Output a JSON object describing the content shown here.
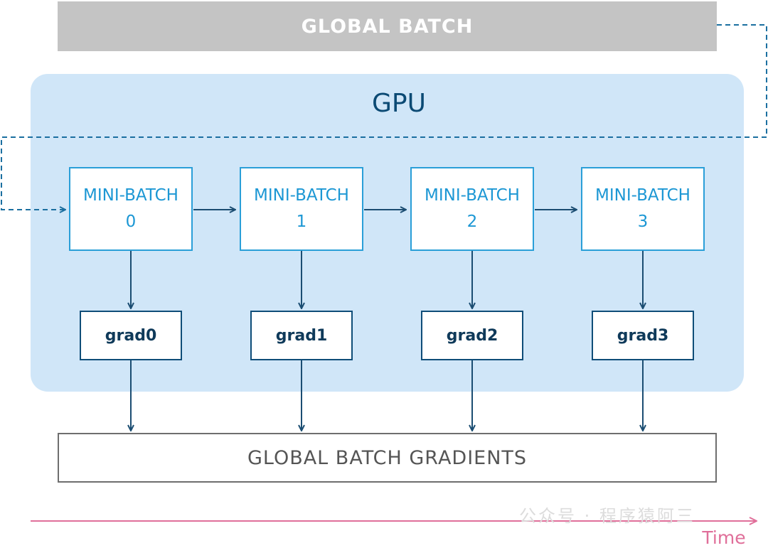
{
  "global_batch": {
    "label": "GLOBAL BATCH"
  },
  "gpu": {
    "label": "GPU"
  },
  "mini_batches": [
    {
      "title": "MINI-BATCH",
      "index": "0"
    },
    {
      "title": "MINI-BATCH",
      "index": "1"
    },
    {
      "title": "MINI-BATCH",
      "index": "2"
    },
    {
      "title": "MINI-BATCH",
      "index": "3"
    }
  ],
  "grads": [
    {
      "label": "grad0"
    },
    {
      "label": "grad1"
    },
    {
      "label": "grad2"
    },
    {
      "label": "grad3"
    }
  ],
  "global_batch_gradients": {
    "label": "GLOBAL BATCH GRADIENTS"
  },
  "timeline": {
    "label": "Time"
  },
  "watermark": {
    "text": "公众号 · 程序猿阿三"
  },
  "colors": {
    "global_batch_fill": "#c4c4c4",
    "gpu_panel_fill": "#d0e6f8",
    "mini_batch_border": "#2a9fd8",
    "mini_batch_text": "#1c97d4",
    "grad_border": "#0f4d78",
    "arrow_stroke": "#1b4d72",
    "timeline": "#e06f9a"
  }
}
